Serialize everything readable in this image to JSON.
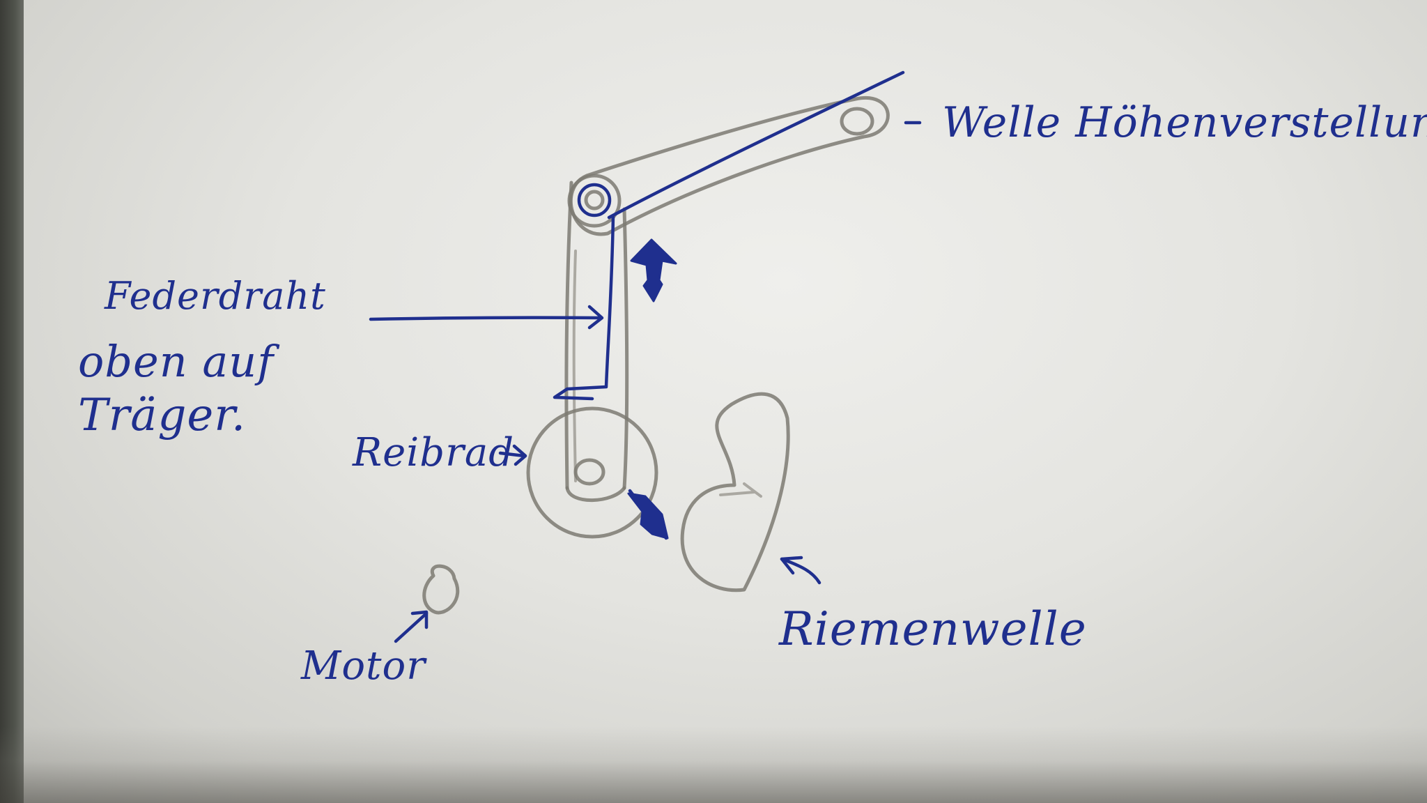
{
  "labels": {
    "welle": "Welle Höhenverstellung.",
    "federdraht_line1": "Federdraht",
    "federdraht_line2": "oben auf",
    "federdraht_line3": "Träger.",
    "reibrad": "Reibrad",
    "riemenwelle": "Riemenwelle",
    "motor": "Motor"
  },
  "colors": {
    "ink": "#1f2f8e",
    "pencil": "#7d7a72",
    "paper": "#e9e9e6"
  },
  "icons": {
    "up_down_arrow": "double-arrow-icon",
    "contact_arrow": "diagonal-double-arrow-icon"
  }
}
